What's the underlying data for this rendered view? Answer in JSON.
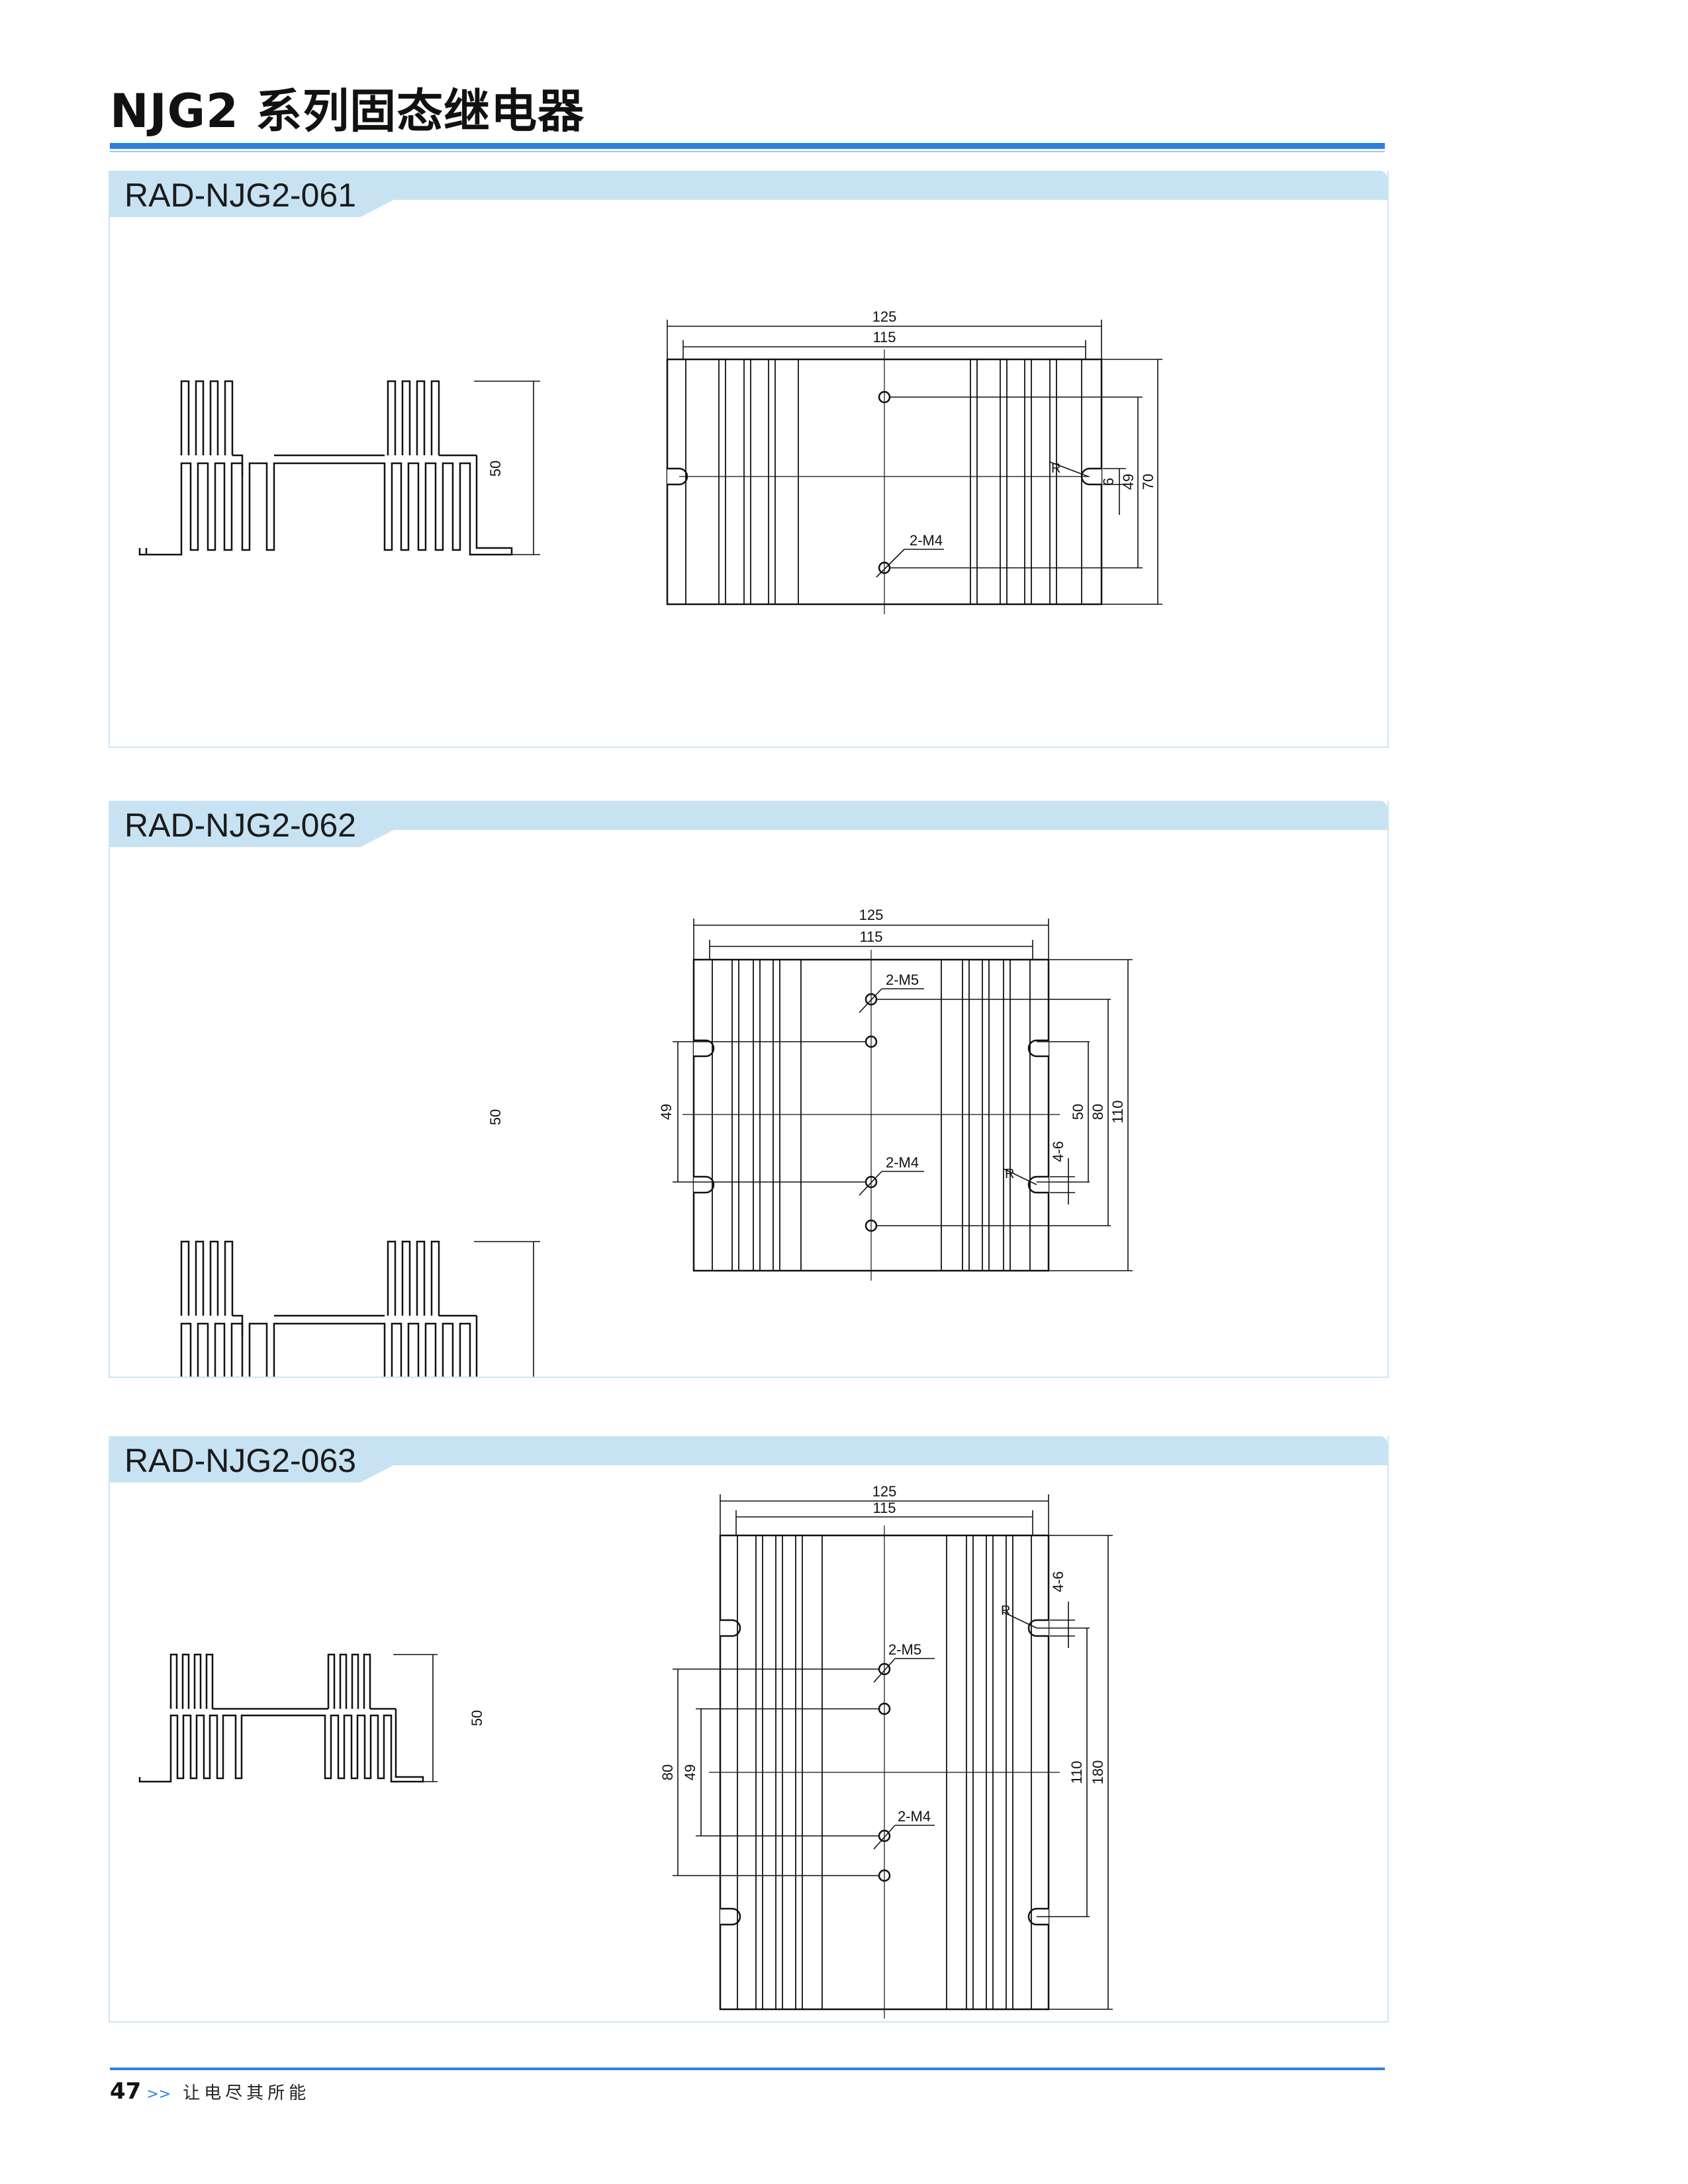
{
  "page": {
    "title": "NJG2 系列固态继电器"
  },
  "sections": [
    {
      "model": "RAD-NJG2-061",
      "profile_height": "50",
      "dims": {
        "overall_width": "125",
        "hole_span": "115",
        "right_dims": [
          "6",
          "49",
          "70"
        ],
        "slot_label": "R",
        "mount_label": "2-M4"
      }
    },
    {
      "model": "RAD-NJG2-062",
      "profile_height": "50",
      "dims": {
        "overall_width": "125",
        "hole_span": "115",
        "left_dim": "49",
        "right_dims": [
          "4-6",
          "50",
          "80",
          "110"
        ],
        "slot_label": "R",
        "mount_label_top": "2-M5",
        "mount_label_bottom": "2-M4"
      }
    },
    {
      "model": "RAD-NJG2-063",
      "profile_height": "50",
      "dims": {
        "overall_width": "125",
        "hole_span": "115",
        "left_dims": [
          "80",
          "49"
        ],
        "right_dims": [
          "4-6",
          "110",
          "180"
        ],
        "slot_label": "R",
        "mount_label_top": "2-M5",
        "mount_label_bottom": "2-M4"
      }
    }
  ],
  "footer": {
    "page_number": "47",
    "chevrons": ">>",
    "slogan": "让电尽其所能"
  }
}
